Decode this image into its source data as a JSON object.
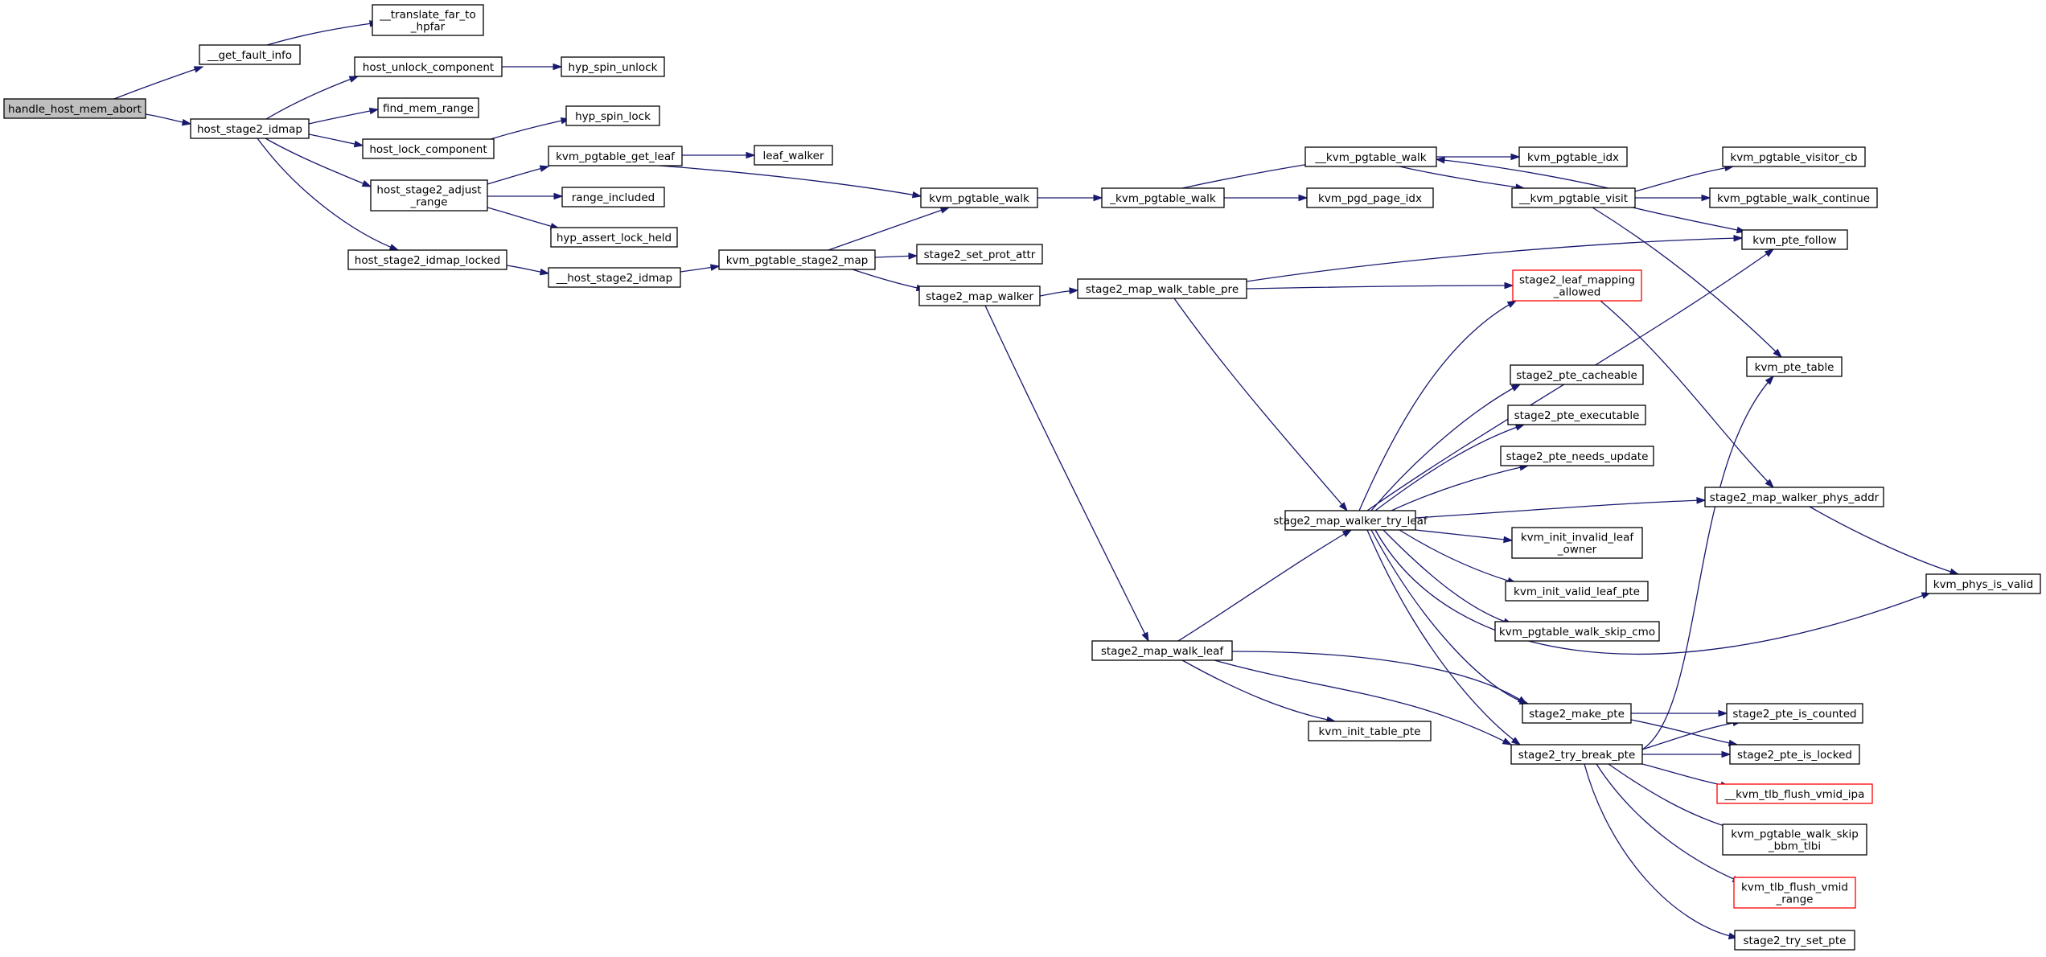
{
  "graph": {
    "type": "call-graph",
    "colors": {
      "edge": "#191970",
      "node_border": "#000000",
      "truncated_border": "#ff0000",
      "root_fill": "#bfbfbf",
      "node_fill": "#ffffff"
    },
    "nodes": [
      {
        "id": "handle_host_mem_abort",
        "lines": [
          "handle_host_mem_abort"
        ],
        "style": "root"
      },
      {
        "id": "get_fault_info",
        "lines": [
          "__get_fault_info"
        ],
        "style": "normal"
      },
      {
        "id": "translate_far",
        "lines": [
          "__translate_far_to",
          "_hpfar"
        ],
        "style": "normal"
      },
      {
        "id": "host_stage2_idmap",
        "lines": [
          "host_stage2_idmap"
        ],
        "style": "normal"
      },
      {
        "id": "host_unlock_component",
        "lines": [
          "host_unlock_component"
        ],
        "style": "normal"
      },
      {
        "id": "hyp_spin_unlock",
        "lines": [
          "hyp_spin_unlock"
        ],
        "style": "normal"
      },
      {
        "id": "find_mem_range",
        "lines": [
          "find_mem_range"
        ],
        "style": "normal"
      },
      {
        "id": "hyp_spin_lock",
        "lines": [
          "hyp_spin_lock"
        ],
        "style": "normal"
      },
      {
        "id": "host_lock_component",
        "lines": [
          "host_lock_component"
        ],
        "style": "normal"
      },
      {
        "id": "kvm_pgtable_get_leaf",
        "lines": [
          "kvm_pgtable_get_leaf"
        ],
        "style": "normal"
      },
      {
        "id": "leaf_walker",
        "lines": [
          "leaf_walker"
        ],
        "style": "normal"
      },
      {
        "id": "host_stage2_adjust_range",
        "lines": [
          "host_stage2_adjust",
          "_range"
        ],
        "style": "normal"
      },
      {
        "id": "range_included",
        "lines": [
          "range_included"
        ],
        "style": "normal"
      },
      {
        "id": "hyp_assert_lock_held",
        "lines": [
          "hyp_assert_lock_held"
        ],
        "style": "normal"
      },
      {
        "id": "host_stage2_idmap_locked",
        "lines": [
          "host_stage2_idmap_locked"
        ],
        "style": "normal"
      },
      {
        "id": "__host_stage2_idmap",
        "lines": [
          "__host_stage2_idmap"
        ],
        "style": "normal"
      },
      {
        "id": "kvm_pgtable_stage2_map",
        "lines": [
          "kvm_pgtable_stage2_map"
        ],
        "style": "normal"
      },
      {
        "id": "kvm_pgtable_walk",
        "lines": [
          "kvm_pgtable_walk"
        ],
        "style": "normal"
      },
      {
        "id": "stage2_set_prot_attr",
        "lines": [
          "stage2_set_prot_attr"
        ],
        "style": "normal"
      },
      {
        "id": "stage2_map_walker",
        "lines": [
          "stage2_map_walker"
        ],
        "style": "normal"
      },
      {
        "id": "_kvm_pgtable_walk",
        "lines": [
          "_kvm_pgtable_walk"
        ],
        "style": "normal"
      },
      {
        "id": "__kvm_pgtable_walk",
        "lines": [
          "__kvm_pgtable_walk"
        ],
        "style": "normal"
      },
      {
        "id": "kvm_pgd_page_idx",
        "lines": [
          "kvm_pgd_page_idx"
        ],
        "style": "normal"
      },
      {
        "id": "kvm_pgtable_idx",
        "lines": [
          "kvm_pgtable_idx"
        ],
        "style": "normal"
      },
      {
        "id": "__kvm_pgtable_visit",
        "lines": [
          "__kvm_pgtable_visit"
        ],
        "style": "normal"
      },
      {
        "id": "kvm_pgtable_visitor_cb",
        "lines": [
          "kvm_pgtable_visitor_cb"
        ],
        "style": "normal"
      },
      {
        "id": "kvm_pgtable_walk_continue",
        "lines": [
          "kvm_pgtable_walk_continue"
        ],
        "style": "normal"
      },
      {
        "id": "kvm_pte_follow",
        "lines": [
          "kvm_pte_follow"
        ],
        "style": "normal"
      },
      {
        "id": "stage2_map_walk_table_pre",
        "lines": [
          "stage2_map_walk_table_pre"
        ],
        "style": "normal"
      },
      {
        "id": "stage2_leaf_mapping_allowed",
        "lines": [
          "stage2_leaf_mapping",
          "_allowed"
        ],
        "style": "truncated"
      },
      {
        "id": "kvm_pte_table",
        "lines": [
          "kvm_pte_table"
        ],
        "style": "normal"
      },
      {
        "id": "stage2_pte_cacheable",
        "lines": [
          "stage2_pte_cacheable"
        ],
        "style": "normal"
      },
      {
        "id": "stage2_pte_executable",
        "lines": [
          "stage2_pte_executable"
        ],
        "style": "normal"
      },
      {
        "id": "stage2_pte_needs_update",
        "lines": [
          "stage2_pte_needs_update"
        ],
        "style": "normal"
      },
      {
        "id": "stage2_map_walker_phys_addr",
        "lines": [
          "stage2_map_walker_phys_addr"
        ],
        "style": "normal"
      },
      {
        "id": "stage2_map_walker_try_leaf",
        "lines": [
          "stage2_map_walker_try_leaf"
        ],
        "style": "normal"
      },
      {
        "id": "kvm_init_invalid_leaf_owner",
        "lines": [
          "kvm_init_invalid_leaf",
          "_owner"
        ],
        "style": "normal"
      },
      {
        "id": "kvm_phys_is_valid",
        "lines": [
          "kvm_phys_is_valid"
        ],
        "style": "normal"
      },
      {
        "id": "kvm_init_valid_leaf_pte",
        "lines": [
          "kvm_init_valid_leaf_pte"
        ],
        "style": "normal"
      },
      {
        "id": "kvm_pgtable_walk_skip_cmo",
        "lines": [
          "kvm_pgtable_walk_skip_cmo"
        ],
        "style": "normal"
      },
      {
        "id": "stage2_map_walk_leaf",
        "lines": [
          "stage2_map_walk_leaf"
        ],
        "style": "normal"
      },
      {
        "id": "stage2_make_pte",
        "lines": [
          "stage2_make_pte"
        ],
        "style": "normal"
      },
      {
        "id": "stage2_pte_is_counted",
        "lines": [
          "stage2_pte_is_counted"
        ],
        "style": "normal"
      },
      {
        "id": "kvm_init_table_pte",
        "lines": [
          "kvm_init_table_pte"
        ],
        "style": "normal"
      },
      {
        "id": "stage2_try_break_pte",
        "lines": [
          "stage2_try_break_pte"
        ],
        "style": "normal"
      },
      {
        "id": "stage2_pte_is_locked",
        "lines": [
          "stage2_pte_is_locked"
        ],
        "style": "normal"
      },
      {
        "id": "__kvm_tlb_flush_vmid_ipa",
        "lines": [
          "__kvm_tlb_flush_vmid_ipa"
        ],
        "style": "truncated"
      },
      {
        "id": "kvm_pgtable_walk_skip_bbm_tlbi",
        "lines": [
          "kvm_pgtable_walk_skip",
          "_bbm_tlbi"
        ],
        "style": "normal"
      },
      {
        "id": "kvm_tlb_flush_vmid_range",
        "lines": [
          "kvm_tlb_flush_vmid",
          "_range"
        ],
        "style": "truncated"
      },
      {
        "id": "stage2_try_set_pte",
        "lines": [
          "stage2_try_set_pte"
        ],
        "style": "normal"
      }
    ]
  }
}
